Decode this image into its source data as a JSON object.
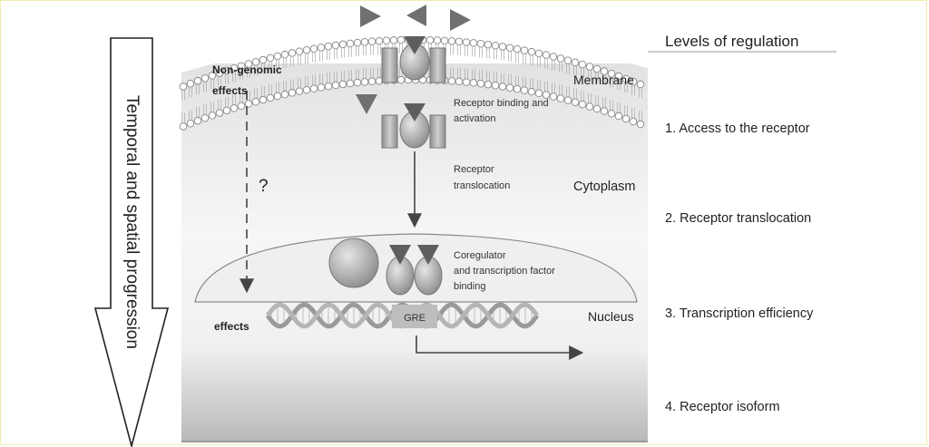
{
  "side_panel": {
    "title": "Levels of regulation",
    "levels": [
      "1. Access to the receptor",
      "2. Receptor translocation",
      "3. Transcription efficiency",
      "4. Receptor isoform"
    ]
  },
  "progression_label": "Temporal and spatial progression",
  "compartments": {
    "membrane": "Membrane",
    "cytoplasm": "Cytoplasm",
    "nucleus": "Nucleus"
  },
  "labels": {
    "non_genomic_line1": "Non-genomic",
    "non_genomic_line2": "effects",
    "binding_line1": "Receptor binding and",
    "binding_line2": "activation",
    "translocation_line1": "Receptor",
    "translocation_line2": "translocation",
    "coregulator_line1": "Coregulator",
    "coregulator_line2": "and transcription factor",
    "coregulator_line3": "binding",
    "unknown_mark": "?",
    "effects": "effects",
    "gre": "GRE"
  },
  "colors": {
    "receptor": "#a8a8a8",
    "ligand": "#6e6e6e",
    "dna": "#b0b0b0",
    "text": "#222222"
  }
}
